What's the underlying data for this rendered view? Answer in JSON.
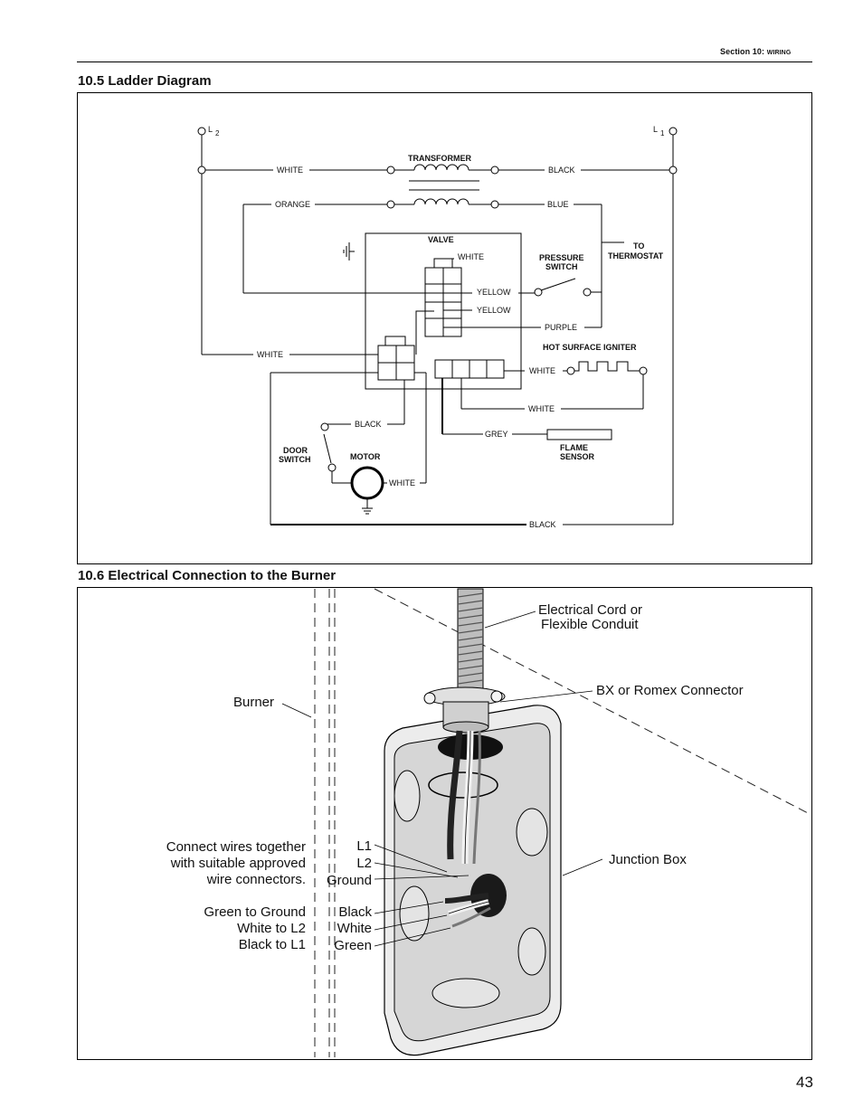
{
  "header": {
    "section_prefix": "Section 10:",
    "section_name": "Wiring"
  },
  "ladder_section": {
    "title": "10.5 Ladder Diagram",
    "labels": {
      "l2": "L",
      "l2_sub": "2",
      "l1": "L",
      "l1_sub": "1",
      "transformer": "TRANSFORMER",
      "white_top": "WHITE",
      "black_top": "BLACK",
      "orange": "ORANGE",
      "blue": "BLUE",
      "valve": "VALVE",
      "valve_white": "WHITE",
      "pressure_switch_1": "PRESSURE",
      "pressure_switch_2": "SWITCH",
      "to_thermostat_1": "TO",
      "to_thermostat_2": "THERMOSTAT",
      "yellow_1": "YELLOW",
      "yellow_2": "YELLOW",
      "purple": "PURPLE",
      "hot_surface_igniter": "HOT SURFACE IGNITER",
      "white_left": "WHITE",
      "white_igniter": "WHITE",
      "white_igniter_return": "WHITE",
      "black_door": "BLACK",
      "grey": "GREY",
      "door_switch_1": "DOOR",
      "door_switch_2": "SWITCH",
      "motor": "MOTOR",
      "white_motor": "WHITE",
      "flame_sensor_1": "FLAME",
      "flame_sensor_2": "SENSOR",
      "black_bottom": "BLACK"
    }
  },
  "connection_section": {
    "title": "10.6 Electrical Connection to the Burner",
    "labels": {
      "cord_1": "Electrical Cord or",
      "cord_2": "Flexible Conduit",
      "bx_connector": "BX or Romex Connector",
      "burner": "Burner",
      "junction_box": "Junction Box",
      "connect_1": "Connect wires together",
      "connect_2": "with suitable approved",
      "connect_3": "wire connectors.",
      "l1": "L1",
      "l2": "L2",
      "ground": "Ground",
      "black": "Black",
      "white": "White",
      "green": "Green",
      "green_to_ground": "Green to Ground",
      "white_to_l2": "White to L2",
      "black_to_l1": "Black to L1"
    }
  },
  "page_number": "43"
}
